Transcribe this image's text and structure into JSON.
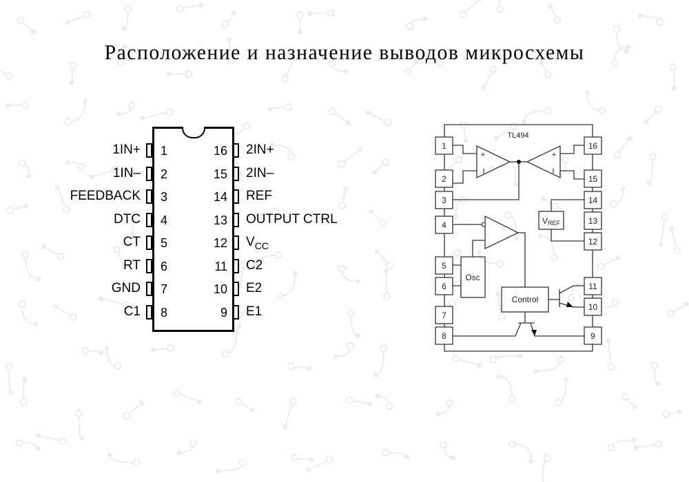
{
  "title": "Расположение и назначение выводов микросхемы",
  "package": {
    "left_pins": [
      {
        "num": "1",
        "label": "1IN+"
      },
      {
        "num": "2",
        "label": "1IN–"
      },
      {
        "num": "3",
        "label": "FEEDBACK"
      },
      {
        "num": "4",
        "label": "DTC"
      },
      {
        "num": "5",
        "label": "CT"
      },
      {
        "num": "6",
        "label": "RT"
      },
      {
        "num": "7",
        "label": "GND"
      },
      {
        "num": "8",
        "label": "C1"
      }
    ],
    "right_pins": [
      {
        "num": "16",
        "label": "2IN+"
      },
      {
        "num": "15",
        "label": "2IN–"
      },
      {
        "num": "14",
        "label": "REF"
      },
      {
        "num": "13",
        "label": "OUTPUT CTRL"
      },
      {
        "num": "12",
        "label": "V",
        "sub": "CC"
      },
      {
        "num": "11",
        "label": "C2"
      },
      {
        "num": "10",
        "label": "E2"
      },
      {
        "num": "9",
        "label": "E1"
      }
    ]
  },
  "schematic": {
    "chip_name": "TL494",
    "blocks": {
      "osc": "Osc",
      "control": "Control",
      "vref": "V",
      "vref_sub": "REF"
    },
    "amp_plus": "+",
    "amp_minus": "I",
    "left_pins": [
      "1",
      "2",
      "3",
      "4",
      "5",
      "6",
      "7",
      "8"
    ],
    "right_pins": [
      "16",
      "15",
      "14",
      "13",
      "12",
      "11",
      "10",
      "9"
    ]
  },
  "colors": {
    "ink": "#000000",
    "line": "#333333",
    "background": "#ffffff",
    "pattern": "#ececec"
  }
}
